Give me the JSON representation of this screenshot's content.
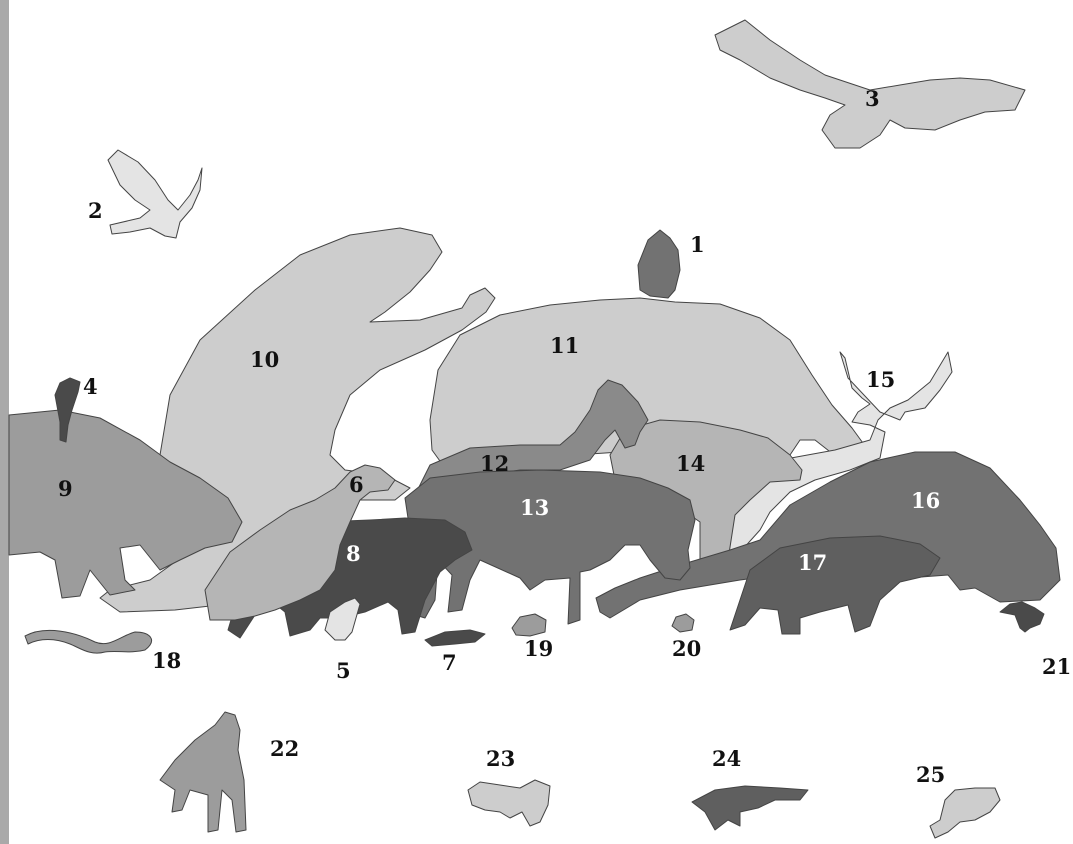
{
  "colors": {
    "edge_bar": "#a9a9a9",
    "outline": "#444444",
    "very_light": "#e4e4e4",
    "light": "#cdcdcd",
    "mid_light": "#b5b5b5",
    "mid": "#9c9c9c",
    "mid_dark": "#8a8a8a",
    "dark": "#727272",
    "darker": "#5f5f5f",
    "darkest": "#4a4a4a",
    "label_dark": "#111111",
    "label_light": "#ffffff"
  },
  "labels": {
    "n1": "1",
    "n2": "2",
    "n3": "3",
    "n4": "4",
    "n5": "5",
    "n6": "6",
    "n7": "7",
    "n8": "8",
    "n9": "9",
    "n10": "10",
    "n11": "11",
    "n12": "12",
    "n13": "13",
    "n14": "14",
    "n15": "15",
    "n16": "16",
    "n17": "17",
    "n18": "18",
    "n19": "19",
    "n20": "20",
    "n21": "21",
    "n22": "22",
    "n23": "23",
    "n24": "24",
    "n25": "25"
  }
}
